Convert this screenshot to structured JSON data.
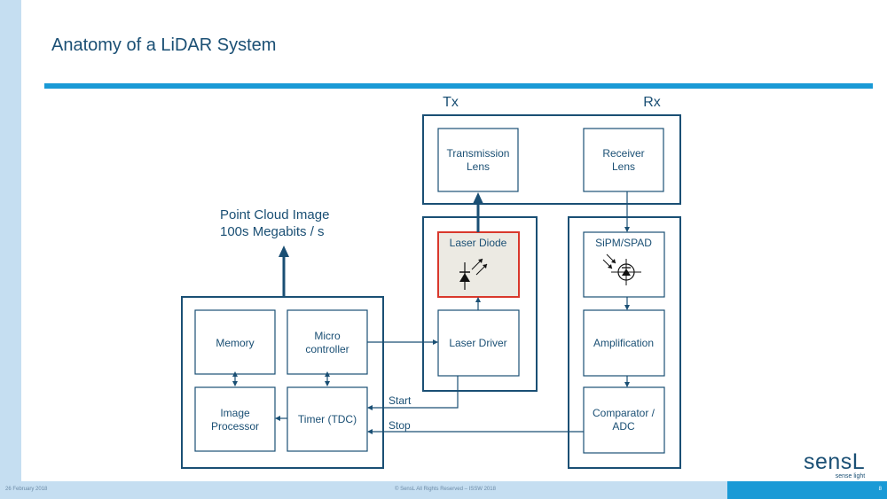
{
  "slide": {
    "title": "Anatomy of a LiDAR System",
    "footer": {
      "date": "26 February 2018",
      "copyright": "© SensL All Rights Reserved  – ISSW 2018",
      "page": "8"
    },
    "logo": {
      "name": "sensL",
      "tagline": "sense light"
    }
  },
  "diagram": {
    "tx_label": "Tx",
    "rx_label": "Rx",
    "blocks": {
      "transmission_lens": [
        "Transmission",
        "Lens"
      ],
      "receiver_lens": [
        "Receiver",
        "Lens"
      ],
      "laser_diode": "Laser Diode",
      "sipm_spad": "SiPM/SPAD",
      "laser_driver": "Laser Driver",
      "amplification": "Amplification",
      "comparator": [
        "Comparator /",
        "ADC"
      ],
      "memory": "Memory",
      "microcontroller": [
        "Micro",
        "controller"
      ],
      "image_processor": [
        "Image",
        "Processor"
      ],
      "timer": "Timer (TDC)"
    },
    "point_cloud": [
      "Point Cloud Image",
      "100s Megabits / s"
    ],
    "signals": {
      "start": "Start",
      "stop": "Stop"
    },
    "colors": {
      "highlight_border": "#d9382c",
      "highlight_fill": "#eceae3",
      "line": "#1a4f74",
      "accent": "#1a9ad6"
    }
  }
}
